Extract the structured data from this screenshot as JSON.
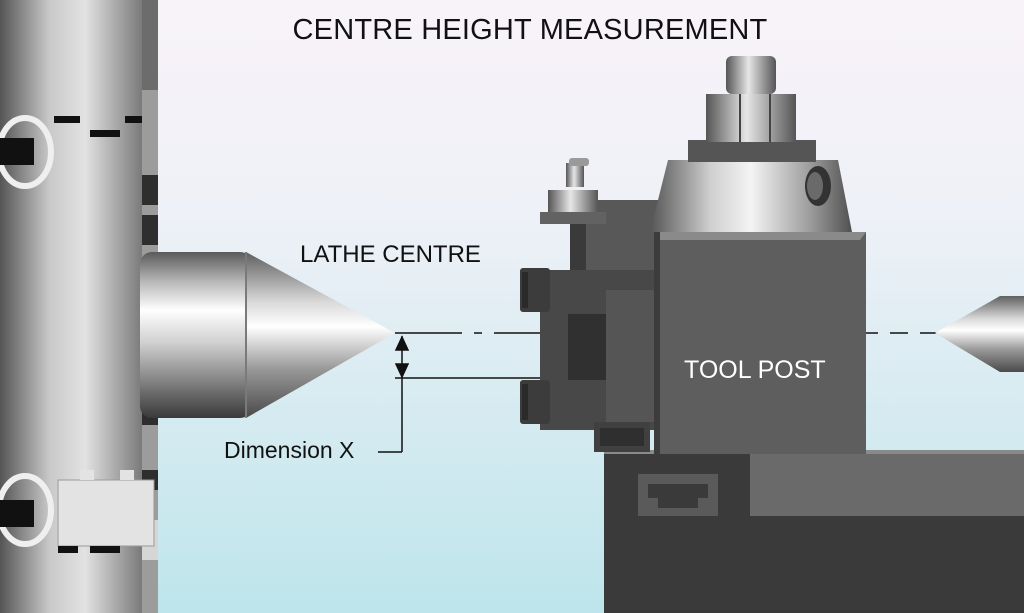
{
  "title": "CENTRE HEIGHT MEASUREMENT",
  "labels": {
    "lathe_centre": "LATHE CENTRE",
    "tool_post": "TOOL POST",
    "dimension": "Dimension X"
  },
  "colors": {
    "background_top": "#f7f2f8",
    "background_bottom": "#bfe6ec",
    "metal_dark": "#4a4a4a",
    "metal_mid": "#6e6e6e",
    "tool_post_text": "#ffffff"
  }
}
